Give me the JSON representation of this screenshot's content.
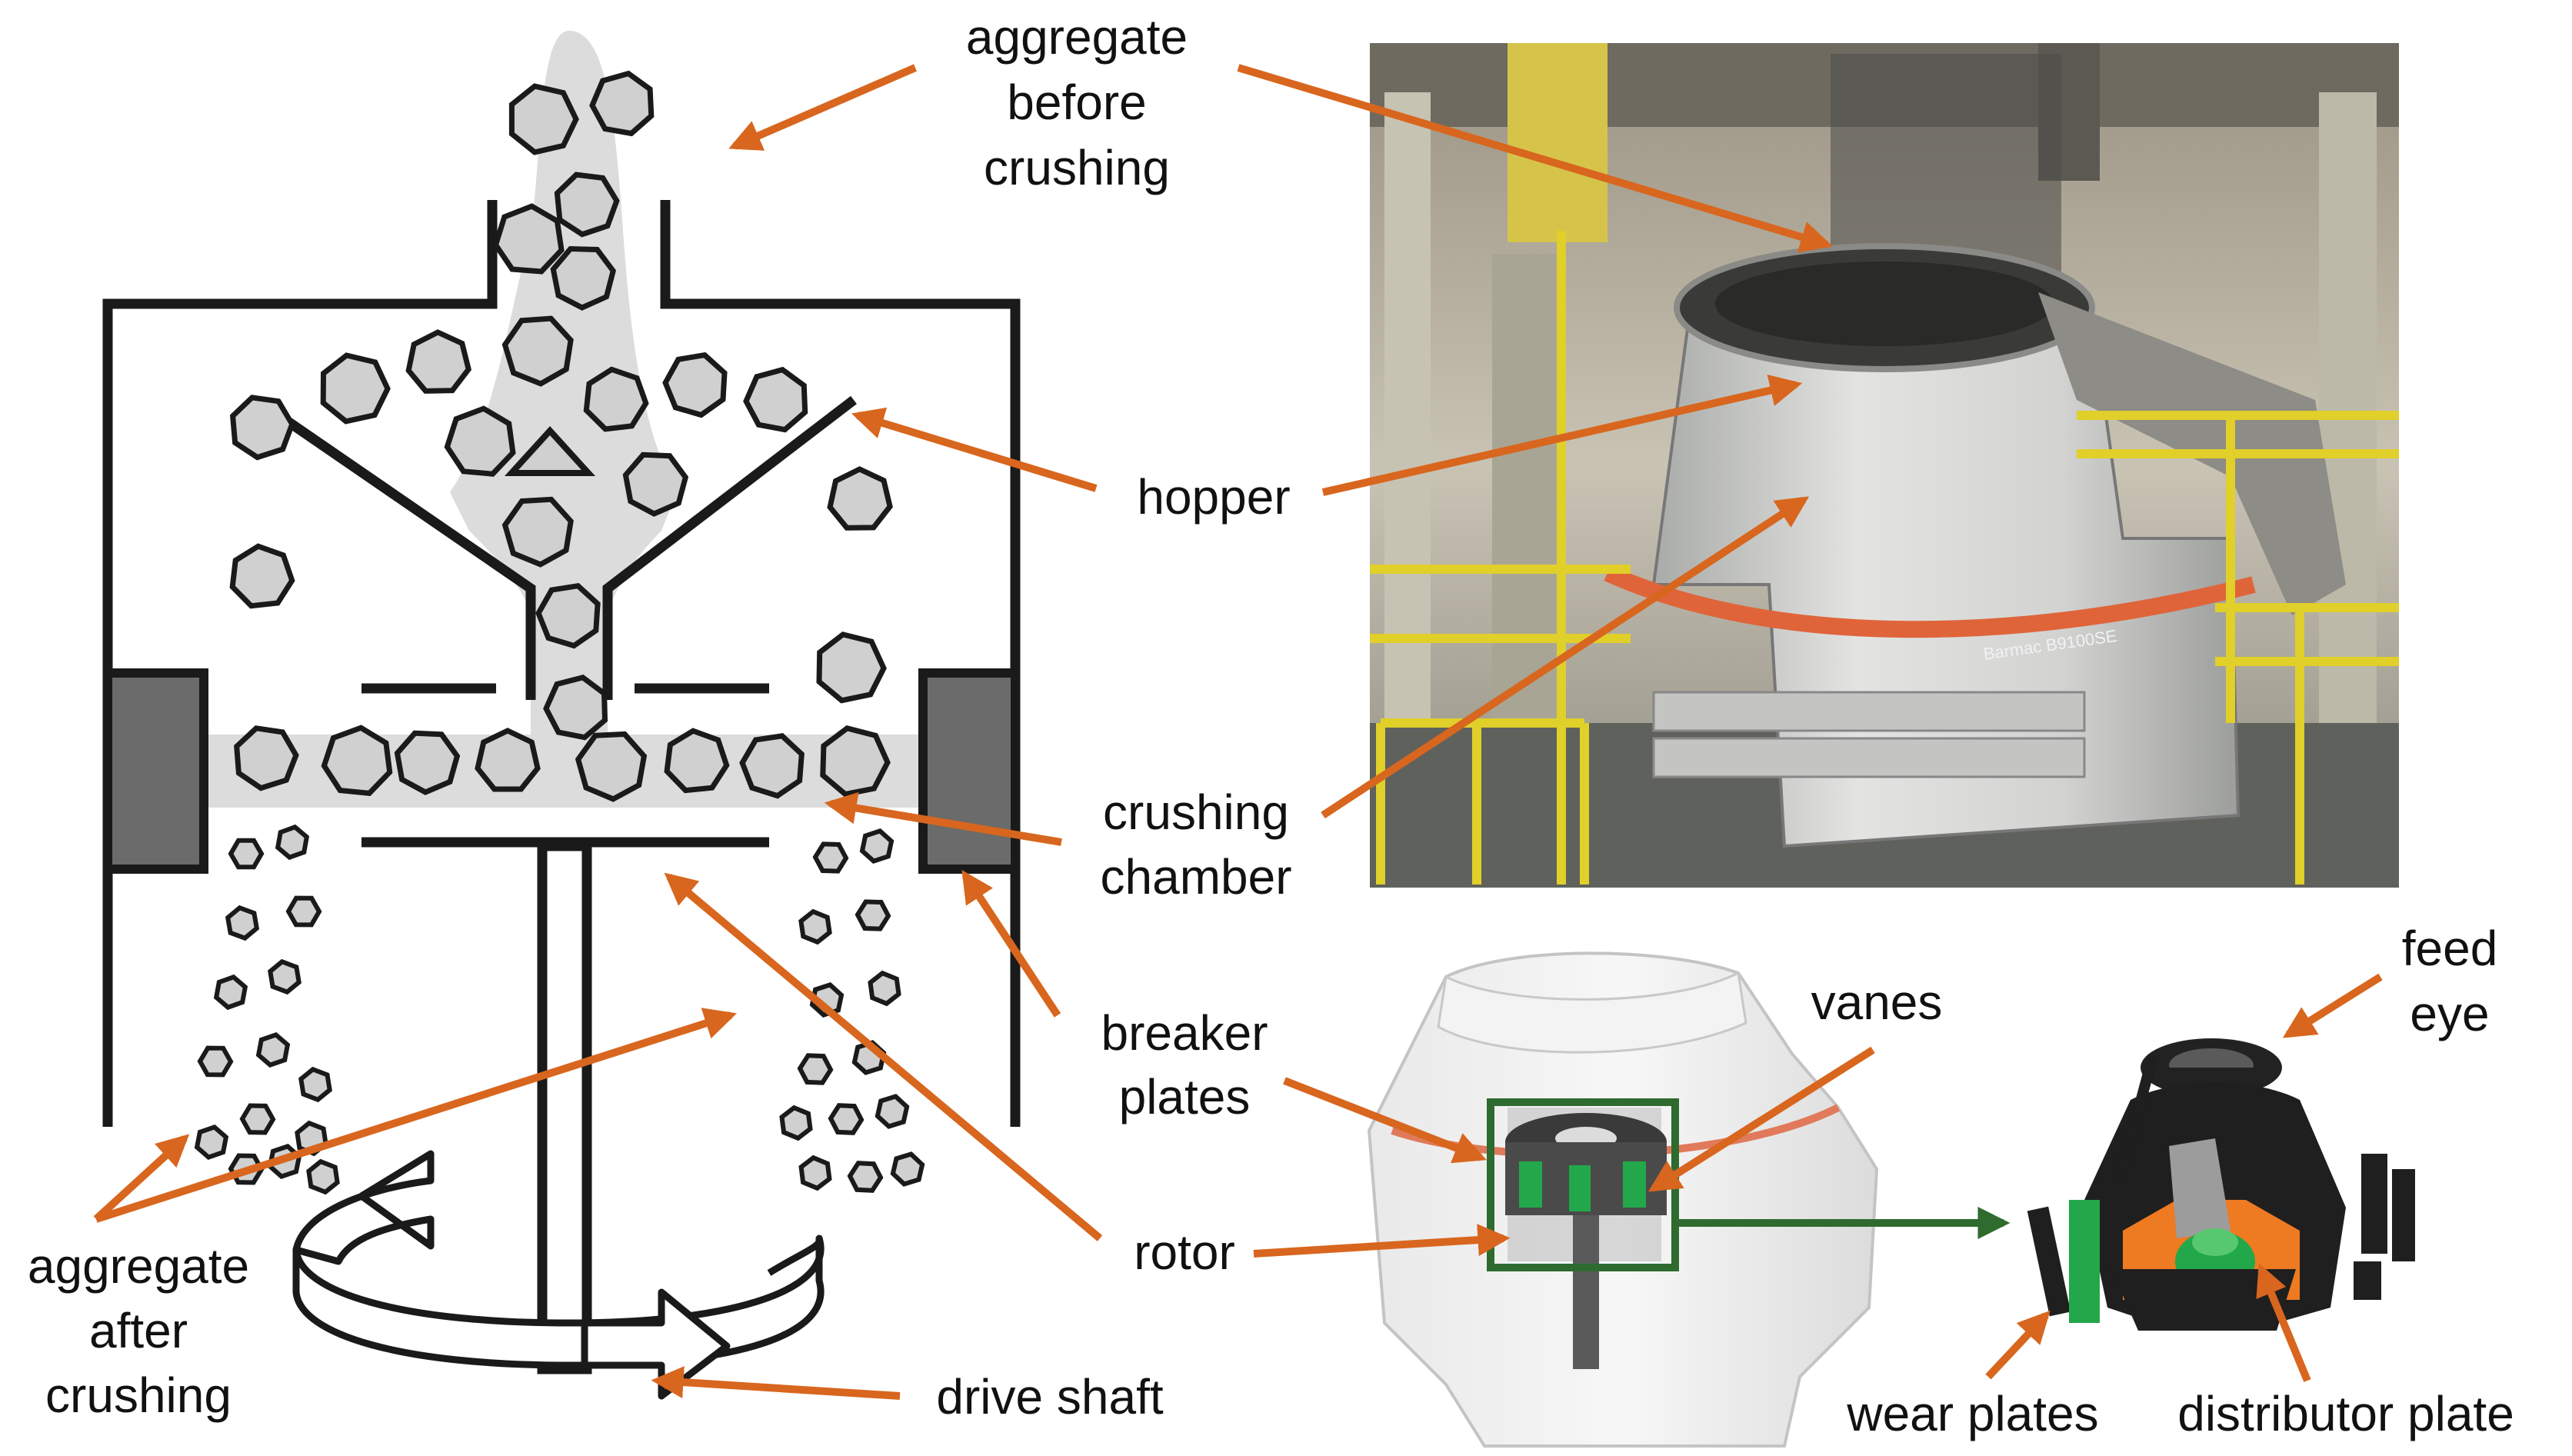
{
  "labels": {
    "aggregate_before": [
      "aggregate",
      "before",
      "crushing"
    ],
    "hopper": "hopper",
    "crushing_chamber": [
      "crushing",
      "chamber"
    ],
    "breaker_plates": [
      "breaker",
      "plates"
    ],
    "rotor": "rotor",
    "aggregate_after": [
      "aggregate",
      "after",
      "crushing"
    ],
    "drive_shaft": "drive shaft",
    "vanes": "vanes",
    "feed_eye": [
      "feed",
      "eye"
    ],
    "wear_plates": "wear plates",
    "distributor_plate": "distributor plate"
  },
  "photo": {
    "machine_marking": "Barmac B9100SE"
  },
  "colors": {
    "arrow": "#d8661e",
    "green_arrow": "#2f6b2f",
    "outline": "#1a1a1a",
    "stone_fill": "#d0d0d0",
    "flow_fill": "#dcdcdc",
    "breaker_fill": "#6b6b6b",
    "orange_band": "#e0643a",
    "rotor_green": "#22a84a",
    "rotor_orange": "#ee7a22"
  }
}
